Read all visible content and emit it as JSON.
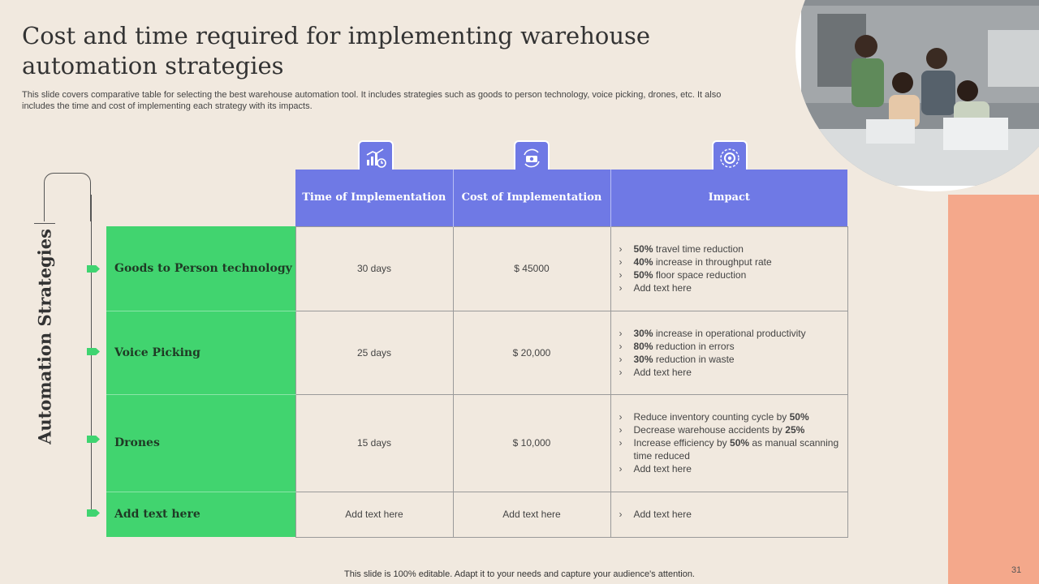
{
  "slide": {
    "title": "Cost and time required for implementing warehouse automation strategies",
    "subtitle": "This slide covers comparative table for selecting the best warehouse automation tool. It includes strategies such as goods to person technology, voice picking, drones, etc. It also includes the time and cost of implementing each strategy with its impacts.",
    "side_label": "Automation Strategies",
    "footer": "This slide is 100% editable. Adapt it to your needs and capture your audience's attention.",
    "page_number": "31"
  },
  "icons": [
    "bar-chart-clock-icon",
    "money-cycle-icon",
    "gear-target-icon"
  ],
  "colors": {
    "header": "#6f79e5",
    "row_label": "#41d46f",
    "accent_band": "#f4a88b",
    "background": "#f1e9df"
  },
  "table": {
    "headers": [
      "Time of Implementation",
      "Cost of Implementation",
      "Impact"
    ],
    "rows": [
      {
        "strategy": "Goods to Person technology",
        "time": "30 days",
        "cost": "$ 45000",
        "impact": [
          {
            "bold": "50%",
            "text": " travel time reduction"
          },
          {
            "bold": "40%",
            "text": " increase in throughput rate"
          },
          {
            "bold": "50%",
            "text": " floor space reduction"
          },
          {
            "bold": "",
            "text": "Add text here"
          }
        ]
      },
      {
        "strategy": "Voice Picking",
        "time": "25 days",
        "cost": "$ 20,000",
        "impact": [
          {
            "bold": "30%",
            "text": " increase in operational productivity"
          },
          {
            "bold": "80%",
            "text": " reduction in errors"
          },
          {
            "bold": "30%",
            "text": " reduction in waste"
          },
          {
            "bold": "",
            "text": "Add text here"
          }
        ]
      },
      {
        "strategy": "Drones",
        "time": "15 days",
        "cost": "$ 10,000",
        "impact": [
          {
            "pre": "Reduce inventory counting cycle by ",
            "bold": "50%"
          },
          {
            "pre": "Decrease warehouse accidents by ",
            "bold": "25%"
          },
          {
            "pre": "Increase efficiency by ",
            "bold": "50%",
            "text": " as manual scanning time reduced"
          },
          {
            "bold": "",
            "text": "Add text here"
          }
        ]
      },
      {
        "strategy": "Add text here",
        "time": "Add text here",
        "cost": "Add text here",
        "impact": [
          {
            "bold": "",
            "text": "Add text here"
          }
        ]
      }
    ]
  }
}
